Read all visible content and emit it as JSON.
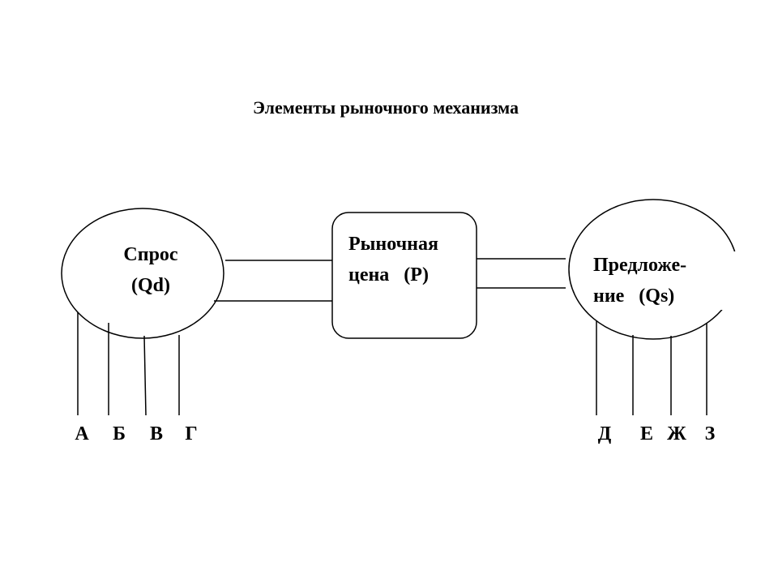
{
  "title": "Элементы рыночного механизма",
  "demand": {
    "line1": "Спрос",
    "line2": "(Qd)"
  },
  "price": {
    "line1": "Рыночная",
    "line2": "цена   (P)"
  },
  "supply": {
    "line1": "Предложе-",
    "line2": "ние   (Qs)"
  },
  "demand_factors": [
    "А",
    "Б",
    "В",
    "Г"
  ],
  "supply_factors": [
    "Д",
    "Е",
    "Ж",
    "З"
  ]
}
